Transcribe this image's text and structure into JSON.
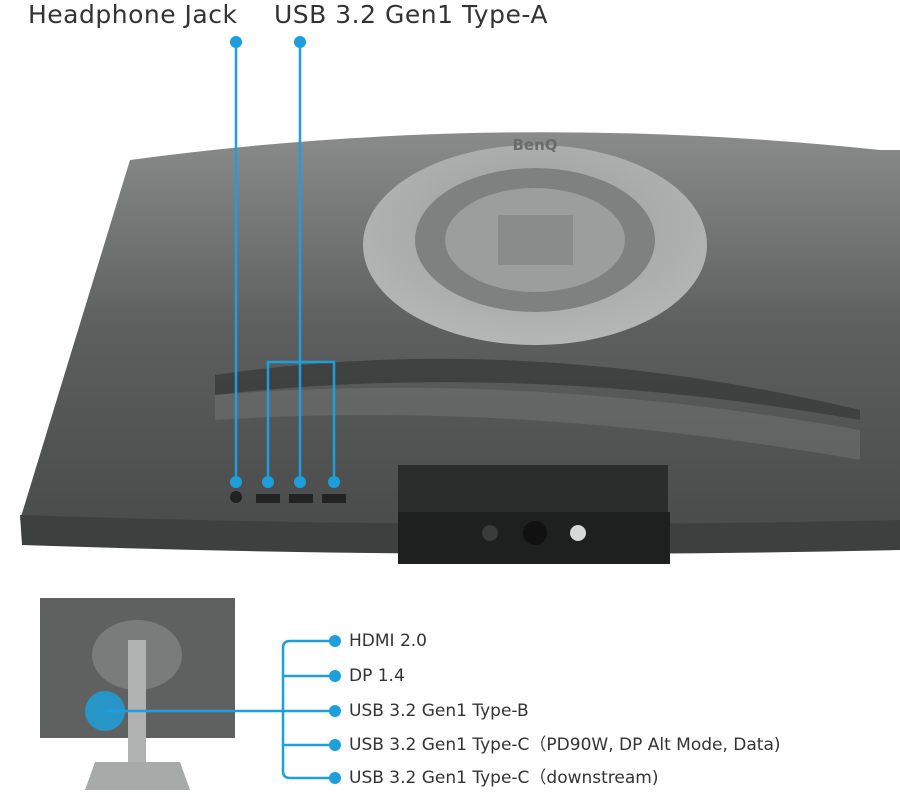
{
  "top_labels": {
    "headphone": "Headphone Jack",
    "usb_a": "USB 3.2 Gen1 Type-A"
  },
  "brand": "BenQ",
  "port_list": [
    "HDMI 2.0",
    "DP 1.4",
    "USB 3.2 Gen1 Type-B",
    "USB 3.2 Gen1 Type-C（PD90W, DP Alt Mode, Data)",
    "USB 3.2 Gen1 Type-C（downstream)"
  ],
  "colors": {
    "accent": "#1e9fdc",
    "monitor": "#5f6060",
    "text": "#333333"
  }
}
